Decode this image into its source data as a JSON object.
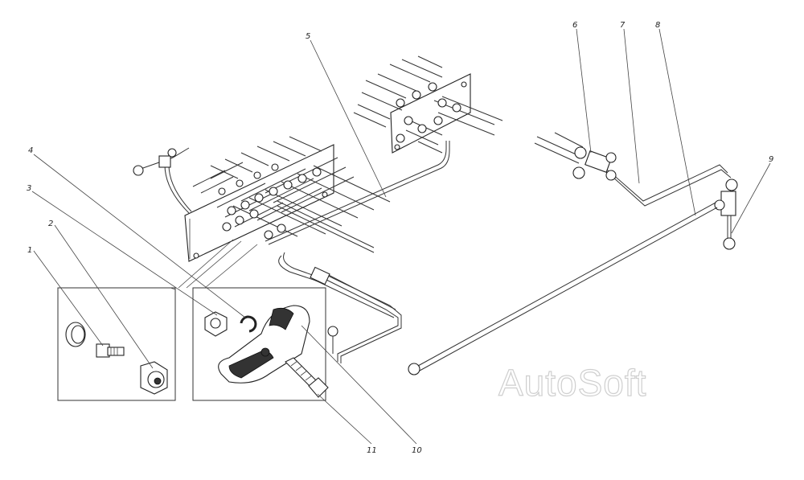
{
  "diagram": {
    "callouts": [
      {
        "id": "1",
        "label": "1"
      },
      {
        "id": "2",
        "label": "2"
      },
      {
        "id": "3",
        "label": "3"
      },
      {
        "id": "4",
        "label": "4"
      },
      {
        "id": "5",
        "label": "5"
      },
      {
        "id": "6",
        "label": "6"
      },
      {
        "id": "7",
        "label": "7"
      },
      {
        "id": "8",
        "label": "8"
      },
      {
        "id": "9",
        "label": "9"
      },
      {
        "id": "10",
        "label": "10"
      },
      {
        "id": "11",
        "label": "11"
      }
    ],
    "watermark": "AutoSoft"
  }
}
